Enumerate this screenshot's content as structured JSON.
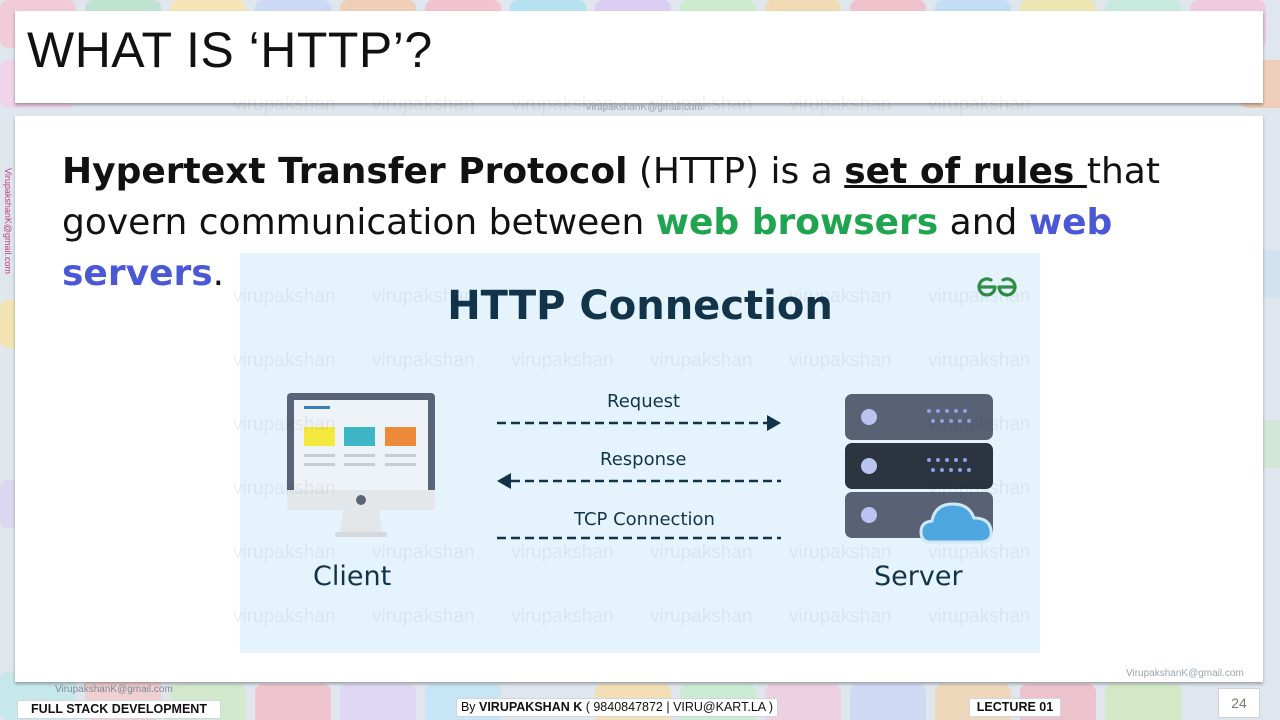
{
  "slide": {
    "title": "WHAT IS ‘HTTP’?",
    "intro": {
      "bold_term": "Hypertext Transfer Protocol",
      "abbr": " (HTTP) is a ",
      "rules": "set of rules ",
      "govern": "that govern communication between ",
      "browsers": "web browsers",
      "and": " and ",
      "servers": "web servers",
      "end": "."
    }
  },
  "diagram": {
    "title": "HTTP Connection",
    "logo": "ƏG",
    "request_label": "Request",
    "response_label": "Response",
    "tcp_label": "TCP Connection",
    "client_label": "Client",
    "server_label": "Server"
  },
  "watermark": {
    "text": "virupakshan",
    "email": "VirupakshanK@gmail.com",
    "side_email": "VirupakshanK@gmail.com"
  },
  "footer": {
    "course": "FULL STACK DEVELOPMENT",
    "by_prefix": "By ",
    "author": "VIRUPAKSHAN K",
    "contact": " ( 9840847872 | VIRU@KART.LA )",
    "lecture": "LECTURE 01",
    "page": "24"
  }
}
